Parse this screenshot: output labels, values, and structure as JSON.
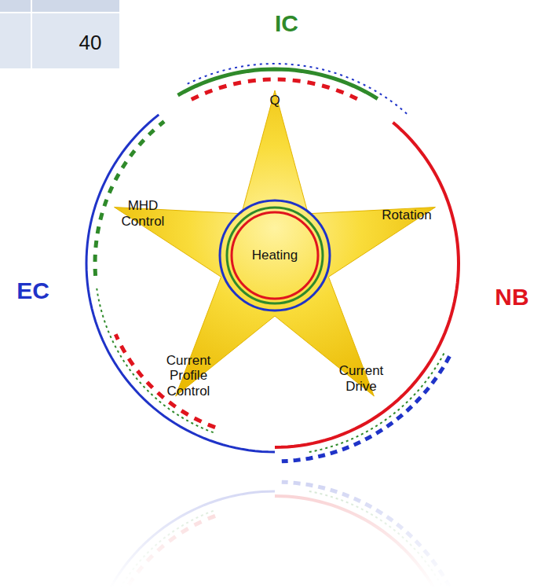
{
  "diagram": {
    "nodes": [
      {
        "text": [
          "Heating"
        ]
      }
    ],
    "labels": [
      "40",
      "IC",
      "Q",
      "MHD Control",
      "Rotation",
      "EC",
      "NB",
      "Current Profile Control",
      "Current Drive"
    ]
  }
}
